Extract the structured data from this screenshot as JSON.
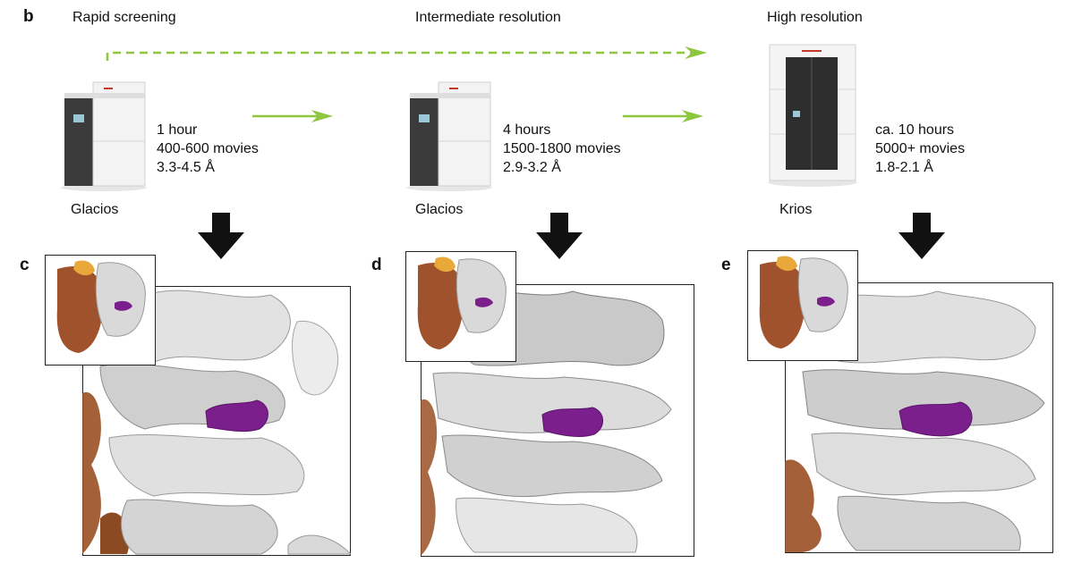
{
  "panel_b": {
    "letter": "b",
    "stages": [
      {
        "heading": "Rapid screening",
        "instrument": "Glacios",
        "time": "1 hour",
        "movies": "400-600 movies",
        "resolution": "3.3-4.5 Å"
      },
      {
        "heading": "Intermediate resolution",
        "instrument": "Glacios",
        "time": "4 hours",
        "movies": "1500-1800 movies",
        "resolution": "2.9-3.2 Å"
      },
      {
        "heading": "High resolution",
        "instrument": "Krios",
        "time": "ca. 10 hours",
        "movies": "5000+ movies",
        "resolution": "1.8-2.1 Å"
      }
    ]
  },
  "maps": [
    {
      "letter": "c"
    },
    {
      "letter": "d"
    },
    {
      "letter": "e"
    }
  ],
  "colors": {
    "arrow_green": "#8dc63f",
    "arrow_black": "#111111",
    "density_gray": "#d8d8d8",
    "ligand_purple": "#7a1f8c",
    "subunit_brown": "#a0522d",
    "subunit_gold": "#e8a93a"
  }
}
